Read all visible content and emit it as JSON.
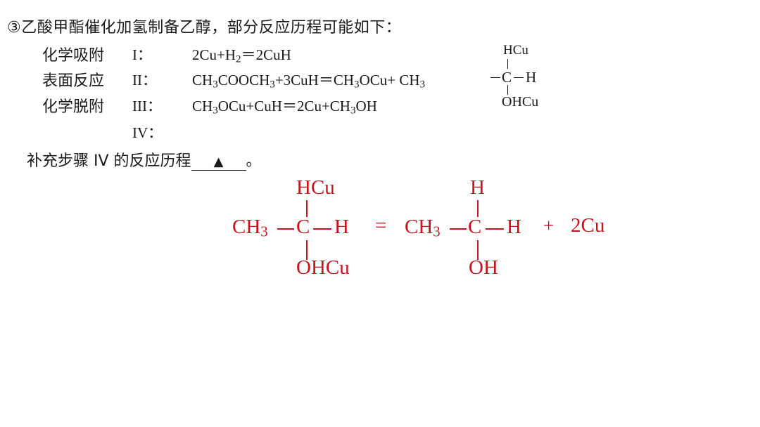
{
  "question": {
    "number": "③",
    "prompt": "乙酸甲酯催化加氢制备乙醇，部分反应历程可能如下："
  },
  "steps": [
    {
      "label": "化学吸附",
      "roman": "I：",
      "equation_parts": [
        "2Cu+H",
        "2",
        "＝2CuH"
      ]
    },
    {
      "label": "表面反应",
      "roman": "II：",
      "equation_parts": [
        "CH",
        "3",
        "COOCH",
        "3",
        "+3CuH＝CH",
        "3",
        "OCu+ CH",
        "3"
      ]
    },
    {
      "label": "化学脱附",
      "roman": "III：",
      "equation_parts": [
        "CH",
        "3",
        "OCu+CuH＝2Cu+CH",
        "3",
        "OH"
      ]
    },
    {
      "label": "",
      "roman": "IV：",
      "equation_parts": []
    }
  ],
  "step2_structure": {
    "top": "HCu",
    "center": "C",
    "right": "H",
    "bottom": "OHCu"
  },
  "blank_prompt": {
    "text": "补充步骤 IV 的反应历程",
    "blank_marker": "▲",
    "end": "。"
  },
  "answer": {
    "color": "#c8141e",
    "reactant": {
      "left": "CH",
      "left_sub": "3",
      "center": "C",
      "right": "H",
      "top": "HCu",
      "bottom": "OHCu"
    },
    "equals": "=",
    "product": {
      "left": "CH",
      "left_sub": "3",
      "center": "C",
      "right": "H",
      "top": "H",
      "bottom": "OH"
    },
    "plus": "+",
    "byproduct": "2Cu"
  }
}
